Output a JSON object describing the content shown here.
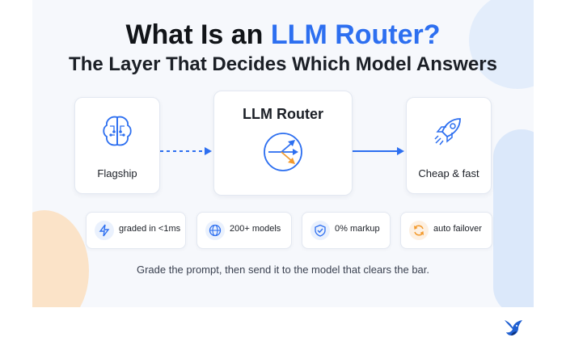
{
  "title": {
    "prefix": "What Is an ",
    "highlight": "LLM Router?",
    "subtitle": "The Layer That Decides Which Model Answers"
  },
  "nodes": {
    "left": {
      "label": "Flagship",
      "icon": "brain-icon"
    },
    "middle": {
      "label": "LLM Router",
      "icon": "router-split-icon"
    },
    "right": {
      "label": "Cheap & fast",
      "icon": "rocket-icon"
    }
  },
  "features": [
    {
      "label": "graded in <1ms",
      "icon": "lightning-icon"
    },
    {
      "label": "200+ models",
      "icon": "globe-icon"
    },
    {
      "label": "0% markup",
      "icon": "shield-check-icon"
    },
    {
      "label": "auto failover",
      "icon": "refresh-icon"
    }
  ],
  "caption": "Grade the prompt, then send it to the model that clears the bar.",
  "colors": {
    "accent": "#2d6ff0",
    "orange": "#f39a2d",
    "text": "#111418"
  },
  "logo": {
    "icon": "bird-logo-icon"
  }
}
